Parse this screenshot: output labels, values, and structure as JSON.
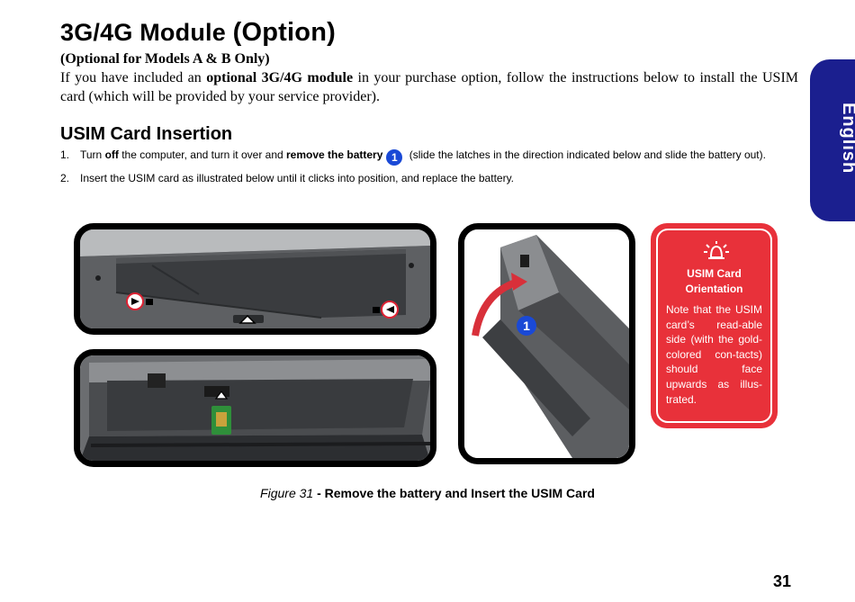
{
  "heading": {
    "title_main": "3G/4G Module ",
    "title_option": "(Option)"
  },
  "subtitle": "(Optional for Models A & B Only)",
  "intro": {
    "part1": "If you have included an ",
    "bold": "optional 3G/4G module",
    "part2": " in your purchase option, follow the instructions below to install the USIM card (which will be provided by your service provider)."
  },
  "section_heading": "USIM Card Insertion",
  "steps": [
    {
      "num": "1.",
      "t1": "Turn ",
      "b1": "off",
      "t2": " the computer, and turn it over and ",
      "b2": "remove the battery",
      "badge": "1",
      "t3": " (slide the latches in the direction indicated below and slide the battery out)."
    },
    {
      "num": "2.",
      "text": "Insert the USIM card as illustrated below until it clicks into position, and replace the battery."
    }
  ],
  "language_tab": "English",
  "figure_badge": "1",
  "callout": {
    "title": "USIM Card Orientation",
    "body": "Note that the USIM card’s read-able side (with the gold-colored con-tacts) should face upwards as illus-trated."
  },
  "caption": {
    "figure": "Figure 31",
    "sep": " - ",
    "text": "Remove the battery and Insert the USIM Card"
  },
  "page_number": "31",
  "colors": {
    "tab_blue": "#1b1f8f",
    "badge_blue": "#1a49d6",
    "callout_red": "#e8313a"
  },
  "icons": [
    "alert-bell-icon",
    "arrow-left-icon",
    "arrow-right-icon",
    "arrow-up-icon",
    "lock-icon",
    "unlock-icon",
    "curved-arrow-icon"
  ]
}
